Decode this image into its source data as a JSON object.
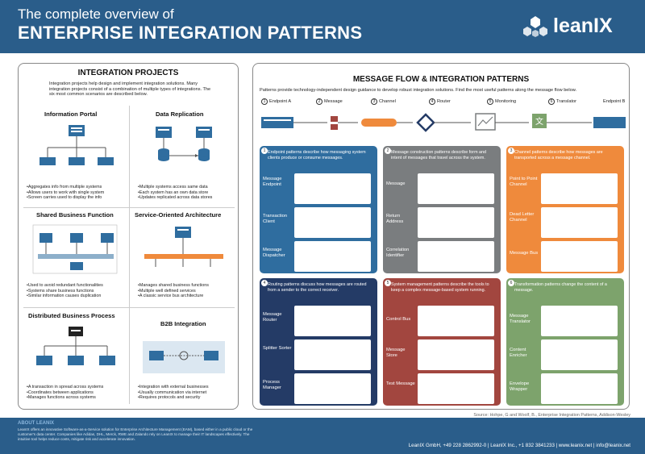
{
  "header": {
    "title_line1": "The complete overview of",
    "title_line2": "ENTERPRISE INTEGRATION PATTERNS",
    "logo_text": "leanIX"
  },
  "left": {
    "title": "INTEGRATION PROJECTS",
    "intro": "Integration projects help design and implement integration solutions. Many integration projects consist of a combination of multiple types of integrations. The six most common scenarios are described below.",
    "cells": [
      {
        "title": "Information Portal",
        "bullets": [
          "Aggregates info from multiple systems",
          "Allows users to work with single system",
          "Screen carries used to display the info"
        ]
      },
      {
        "title": "Data Replication",
        "bullets": [
          "Multiple systems access same data",
          "Each system has an own data store",
          "Updates replicated across data stores"
        ]
      },
      {
        "title": "Shared Business Function",
        "bullets": [
          "Used to avoid redundant functionalities",
          "Systems share business functions",
          "Similar information causes duplication"
        ]
      },
      {
        "title": "Service-Oriented Architecture",
        "bullets": [
          "Manages shared business functions",
          "Multiple well defined services",
          "A classic service bus architecture"
        ]
      },
      {
        "title": "Distributed Business Process",
        "bullets": [
          "A transaction in spread across systems",
          "Coordinates between applications",
          "Manages functions across systems"
        ]
      },
      {
        "title": "B2B Integration",
        "bullets": [
          "Integration with external businesses",
          "Usually communication via internet",
          "Requires protocols and security"
        ]
      }
    ]
  },
  "right": {
    "title": "MESSAGE FLOW & INTEGRATION PATTERNS",
    "intro": "Patterns provide technology-independent design guidance to develop robust integration solutions. Find the most useful patterns along the message flow below.",
    "flow": [
      {
        "num": "1",
        "label": "Endpoint A"
      },
      {
        "num": "2",
        "label": "Message"
      },
      {
        "num": "3",
        "label": "Channel"
      },
      {
        "num": "4",
        "label": "Router"
      },
      {
        "num": "5",
        "label": "Monitoring"
      },
      {
        "num": "6",
        "label": "Translator"
      },
      {
        "num": "",
        "label": "Endpoint B"
      }
    ],
    "cards": [
      {
        "num": "1",
        "color": "#2f6d9f",
        "text": "Endpoint patterns describe how messaging system clients produce or consume messages.",
        "rows": [
          "Message Endpoint",
          "Transaction Client",
          "Message Dispatcher"
        ]
      },
      {
        "num": "2",
        "color": "#7a7d7f",
        "text": "Message construction patterns describe form and intent of messages that travel across the system.",
        "rows": [
          "Message",
          "Return Address",
          "Correlation Identifier"
        ]
      },
      {
        "num": "3",
        "color": "#ef8a3c",
        "text": "Channel patterns describe how messages are transported across a message channel.",
        "rows": [
          "Point to Point Channel",
          "Dead Letter Channel",
          "Message Bus"
        ]
      },
      {
        "num": "4",
        "color": "#243b66",
        "text": "Routing patterns discuss how messages are routed from a sender to the correct receiver.",
        "rows": [
          "Message Router",
          "Splitter Sorter",
          "Process Manager"
        ]
      },
      {
        "num": "5",
        "color": "#a2463f",
        "text": "System management patterns describe the tools to keep a complex message-based system running.",
        "rows": [
          "Control Bus",
          "Message Store",
          "Test Message"
        ]
      },
      {
        "num": "6",
        "color": "#7da36c",
        "text": "Transformation patterns change the content of a message.",
        "rows": [
          "Message Translator",
          "Content Enricher",
          "Envelope Wrapper"
        ]
      }
    ]
  },
  "source": "Source: Hohpe, G and Woolf, B., Enterprise Integration Patterns, Addison-Wesley",
  "footer": {
    "about_title": "ABOUT LEANIX",
    "about_text": "LeanIX offers an innovative Software-as-a-Service solution for Enterprise Architecture Management (EAM), based either in a public cloud or the customer's data center. Companies like Adidas, DHL, Merck, RWE and Zalando rely on LeanIX to manage their IT landscapes effectively. The intuitive tool helps reduce costs, mitigate risk and accelerate innovation.",
    "contact": "LeanIX GmbH, +49 228 2862992-0 | LeanIX Inc., +1 832 3841233 | www.leanix.net | info@leanix.net"
  },
  "colors": {
    "brand": "#2a5d8a",
    "accent_light": "#8ab6dd"
  }
}
